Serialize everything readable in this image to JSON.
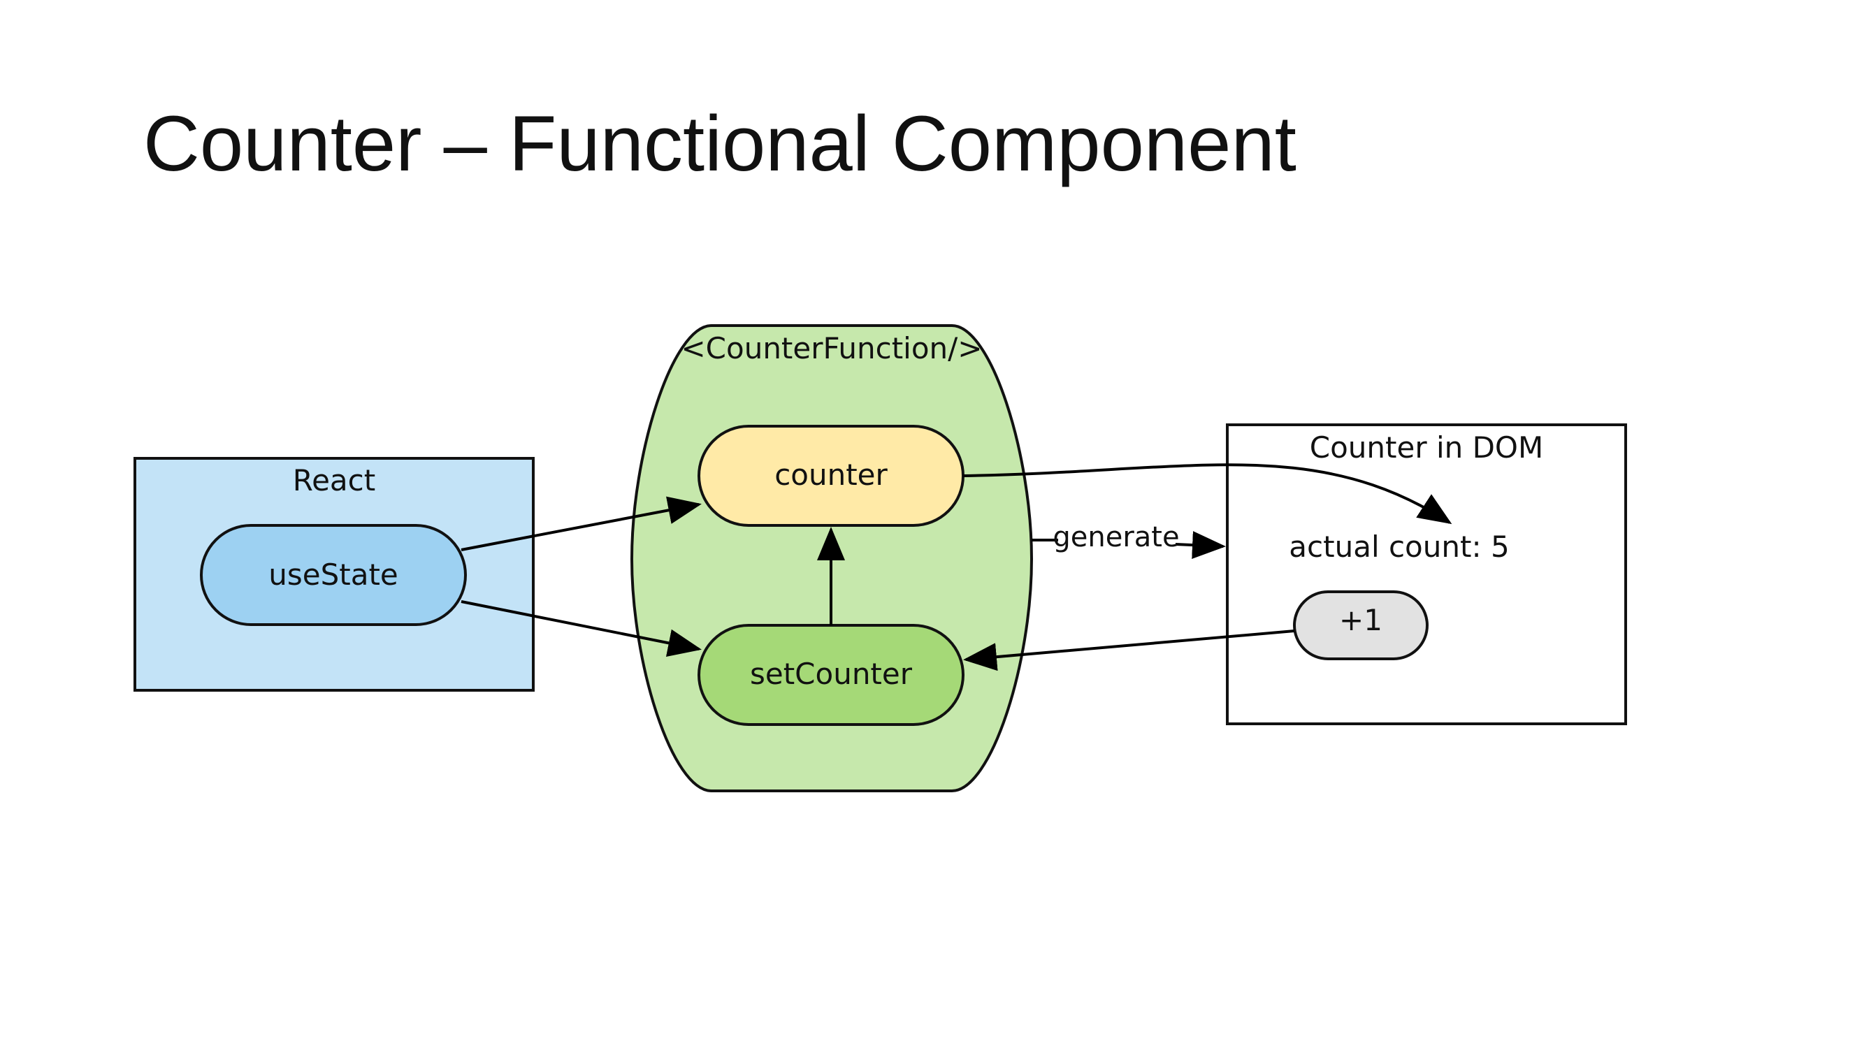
{
  "slide": {
    "title": "Counter – Functional Component"
  },
  "diagram": {
    "react_box": {
      "label": "React",
      "node_label": "useState",
      "fill": "#c3e3f7",
      "node_fill": "#9dd1f2"
    },
    "component": {
      "label": "<CounterFunction/>",
      "fill": "#c6e8ac",
      "counter_label": "counter",
      "counter_fill": "#ffeaa7",
      "setter_label": "setCounter",
      "setter_fill": "#a5d977"
    },
    "dom_box": {
      "label": "Counter in DOM",
      "count_text": "actual count: 5",
      "button_label": "+1",
      "button_fill": "#e2e2e2"
    },
    "edges": {
      "generate_label": "generate"
    }
  }
}
